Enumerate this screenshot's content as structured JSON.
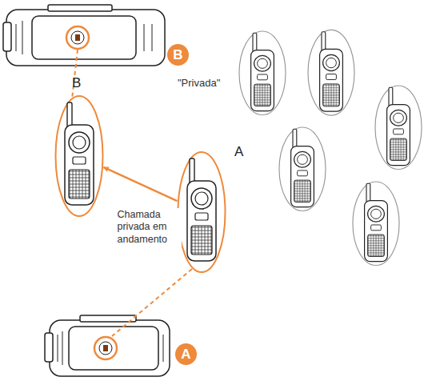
{
  "diagram": {
    "nodes": [
      {
        "text": [
          "B"
        ]
      },
      {
        "text": [
          "B"
        ]
      },
      {
        "text": [
          "A"
        ]
      },
      {
        "text": [
          "A"
        ]
      }
    ],
    "edges": [
      {
        "from": 2,
        "to": 1,
        "arrow": "to",
        "label": "Chamada privada em andamento"
      }
    ],
    "labels": [
      "\"Privada\""
    ]
  }
}
